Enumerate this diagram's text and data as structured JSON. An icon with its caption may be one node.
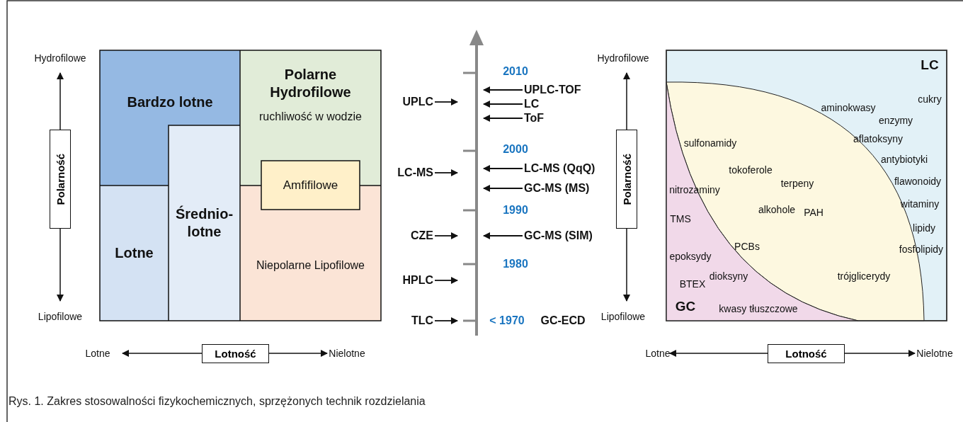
{
  "diagram": {
    "caption": "Rys. 1. Zakres stosowalności fizykochemicznych, sprzężonych technik rozdzielania",
    "nodes": [
      {
        "text": [
          "Bardzo lotne"
        ]
      },
      {
        "text": [
          "Polarne Hydrofilowe",
          "ruchliwość w wodzie"
        ]
      },
      {
        "text": [
          "Średnio- lotne"
        ]
      },
      {
        "text": [
          "Amfifilowe"
        ]
      },
      {
        "text": [
          "Lotne"
        ]
      },
      {
        "text": [
          "Niepolarne Lipofilowe"
        ]
      },
      {
        "text": [
          "Polarność"
        ]
      },
      {
        "text": [
          "Lotność"
        ]
      },
      {
        "text": [
          "UPLC"
        ]
      },
      {
        "text": [
          "UPLC-TOF"
        ]
      },
      {
        "text": [
          "LC"
        ]
      },
      {
        "text": [
          "ToF"
        ]
      },
      {
        "text": [
          "LC-MS"
        ]
      },
      {
        "text": [
          "LC-MS (QqQ)"
        ]
      },
      {
        "text": [
          "GC-MS (MS)"
        ]
      },
      {
        "text": [
          "CZE"
        ]
      },
      {
        "text": [
          "GC-MS (SIM)"
        ]
      },
      {
        "text": [
          "HPLC"
        ]
      },
      {
        "text": [
          "TLC"
        ]
      },
      {
        "text": [
          "Polarność"
        ]
      },
      {
        "text": [
          "Lotność"
        ]
      }
    ],
    "edges": [
      {
        "from": 8,
        "to": null,
        "arrow": "to"
      },
      {
        "from": 9,
        "to": null,
        "arrow": "to"
      },
      {
        "from": 10,
        "to": null,
        "arrow": "to"
      },
      {
        "from": 11,
        "to": null,
        "arrow": "to"
      },
      {
        "from": 12,
        "to": null,
        "arrow": "to"
      },
      {
        "from": 13,
        "to": null,
        "arrow": "to"
      },
      {
        "from": 14,
        "to": null,
        "arrow": "to"
      },
      {
        "from": 15,
        "to": null,
        "arrow": "to"
      },
      {
        "from": 16,
        "to": null,
        "arrow": "to"
      },
      {
        "from": 17,
        "to": null,
        "arrow": "to"
      },
      {
        "from": 18,
        "to": null,
        "arrow": "to"
      }
    ],
    "labels": [
      "Hydrofilowe",
      "Lipofilowe",
      "Lotne",
      "Nielotne",
      "2010",
      "2000",
      "1990",
      "1980",
      "< 1970",
      "GC-ECD",
      "Hydrofilowe",
      "Lipofilowe",
      "LC",
      "cukry",
      "aminokwasy",
      "enzymy",
      "aflatoksyny",
      "antybiotyki",
      "sulfonamidy",
      "tokoferole",
      "flawonoidy",
      "terpeny",
      "nitrozaminy",
      "witaminy",
      "alkohole",
      "PAH",
      "TMS",
      "lipidy",
      "PCBs",
      "fosfolipidy",
      "epoksydy",
      "trójglicerydy",
      "dioksyny",
      "BTEX",
      "GC",
      "kwasy tłuszczowe",
      "Lotne",
      "Nielotne"
    ]
  }
}
